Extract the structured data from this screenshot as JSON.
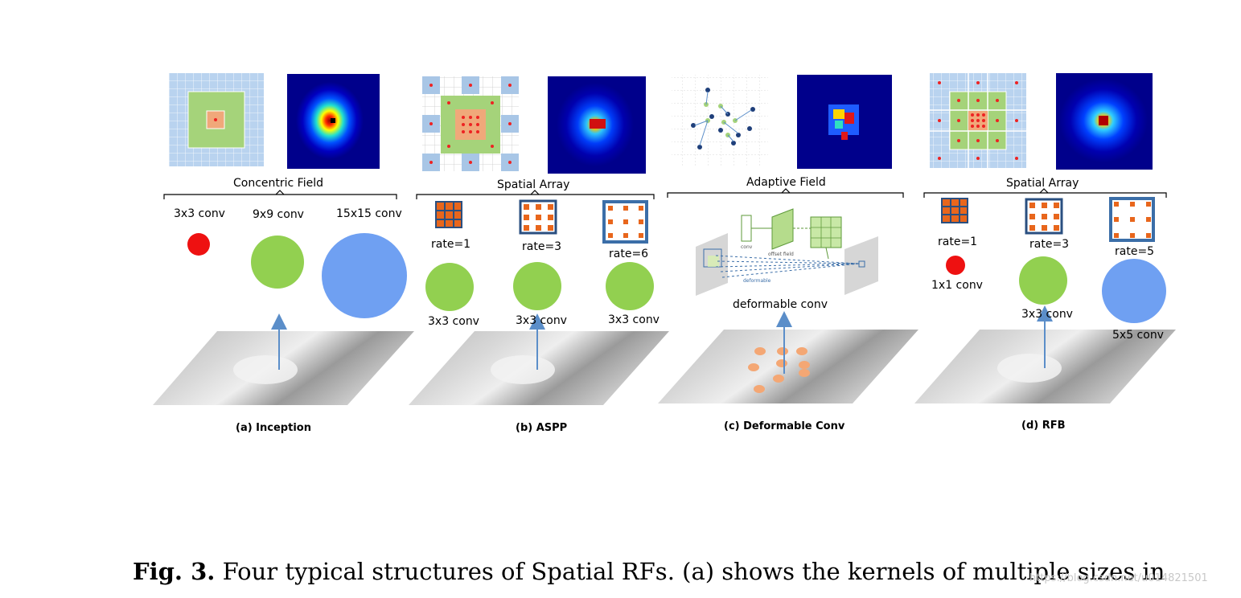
{
  "panels": [
    {
      "id": "inception",
      "field_label": "Concentric Field",
      "conv_labels": [
        "3x3 conv",
        "9x9 conv",
        "15x15 conv"
      ],
      "subtitle": "(a) Inception"
    },
    {
      "id": "aspp",
      "field_label": "Spatial Array",
      "rate_labels": [
        "rate=1",
        "rate=3",
        "rate=6"
      ],
      "conv_labels": [
        "3x3 conv",
        "3x3 conv",
        "3x3 conv"
      ],
      "subtitle": "(b) ASPP"
    },
    {
      "id": "deformable",
      "field_label": "Adaptive Field",
      "conv_labels": [
        "deformable conv"
      ],
      "diagram_labels": [
        "conv",
        "offset field",
        "deformable"
      ],
      "subtitle": "(c) Deformable Conv"
    },
    {
      "id": "rfb",
      "field_label": "Spatial Array",
      "rate_labels": [
        "rate=1",
        "rate=3",
        "rate=5"
      ],
      "conv_labels": [
        "1x1 conv",
        "3x3 conv",
        "5x5 conv"
      ],
      "subtitle": "(d) RFB"
    }
  ],
  "caption": {
    "prefix": "Fig. 3.",
    "text": "Four typical structures of Spatial RFs. (a) shows the kernels of multiple sizes in"
  },
  "watermark": "https://blog.csdn.net/u014821501",
  "colors": {
    "small_circle": "#ee1111",
    "medium_circle": "#92d050",
    "large_circle": "#6fa0f2",
    "kernel_orange": "#e8661c",
    "kernel_border": "#3b6ea8",
    "arrow": "#5b8ec9",
    "grid_blue": "#a8c6e6",
    "grid_green": "#a5d37a",
    "grid_orange": "#f0a87a",
    "heat_bg": "#00008b",
    "ellipse": "#f4a774"
  }
}
